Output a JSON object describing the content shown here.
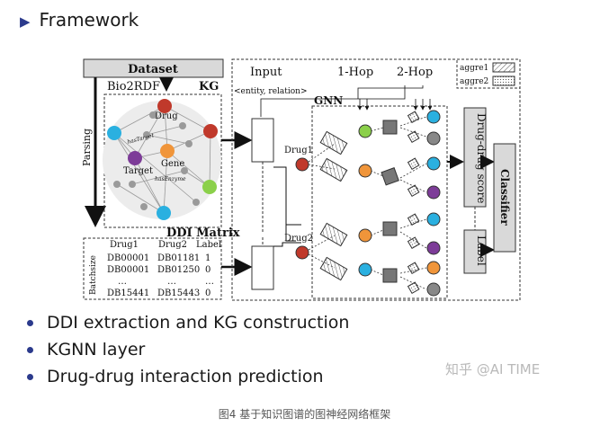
{
  "title": "Framework",
  "bullets": [
    "DDI extraction and KG construction",
    "KGNN layer",
    "Drug-drug interaction prediction"
  ],
  "watermark": "知乎 @AI TIME",
  "caption": "图4 基于知识图谱的图神经网络框架",
  "diagram": {
    "dataset": "Dataset",
    "bio2rdf": "Bio2RDF",
    "kg": "KG",
    "parsing": "Parsing",
    "drug": "Drug",
    "gene": "Gene",
    "target": "Target",
    "edge_target": "hasTarget",
    "edge_enzyme": "hasEnzyme",
    "ddi_matrix": "DDI Matrix",
    "batchsize": "Batchsize",
    "col_drug1": "Drug1",
    "col_drug2": "Drug2",
    "col_label": "Label",
    "rows": [
      [
        "DB00001",
        "DB01181",
        "1"
      ],
      [
        "DB00001",
        "DB01250",
        "0"
      ],
      [
        "…",
        "…",
        "…"
      ],
      [
        "DB15441",
        "DB15443",
        "0"
      ]
    ],
    "input": "Input",
    "entity_relation": "<entity, relation>",
    "hop1": "1-Hop",
    "hop2": "2-Hop",
    "aggre1": "aggre1",
    "aggre2": "aggre2",
    "gnn": "GNN",
    "drug1": "Drug1",
    "drug2": "Drug2",
    "score": "Drug-drug score",
    "label": "Label",
    "classifier": "Classifier"
  },
  "colors": {
    "accent": "#2b3a8c",
    "drug_red": "#c0392b",
    "gene_orange": "#f0953a",
    "target_purple": "#7d3c98",
    "green": "#8bd04a",
    "cyan": "#2ab0e0",
    "grey": "#888888"
  }
}
